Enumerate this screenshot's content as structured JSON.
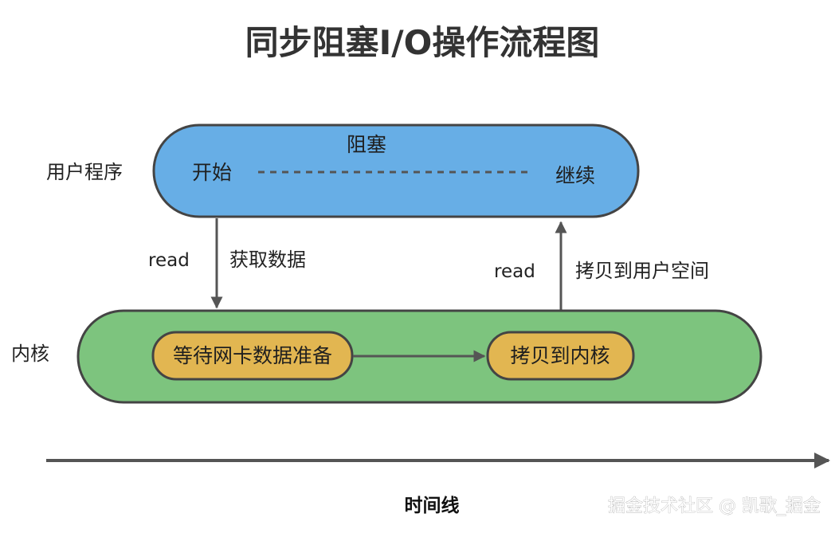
{
  "title": "同步阻塞I/O操作流程图",
  "lanes": {
    "user": {
      "label": "用户程序",
      "start": "开始",
      "blocked": "阻塞",
      "continue": "继续",
      "color": "#67aee6"
    },
    "kernel": {
      "label": "内核",
      "color": "#7dc47e"
    }
  },
  "steps": {
    "wait": "等待网卡数据准备",
    "copy": "拷贝到内核",
    "color": "#e2b651"
  },
  "arrows": {
    "down": {
      "call": "read",
      "desc": "获取数据"
    },
    "up": {
      "call": "read",
      "desc": "拷贝到用户空间"
    }
  },
  "timeline": {
    "label": "时间线"
  },
  "watermark": "掘金技术社区 @ 凯歌_掘金"
}
